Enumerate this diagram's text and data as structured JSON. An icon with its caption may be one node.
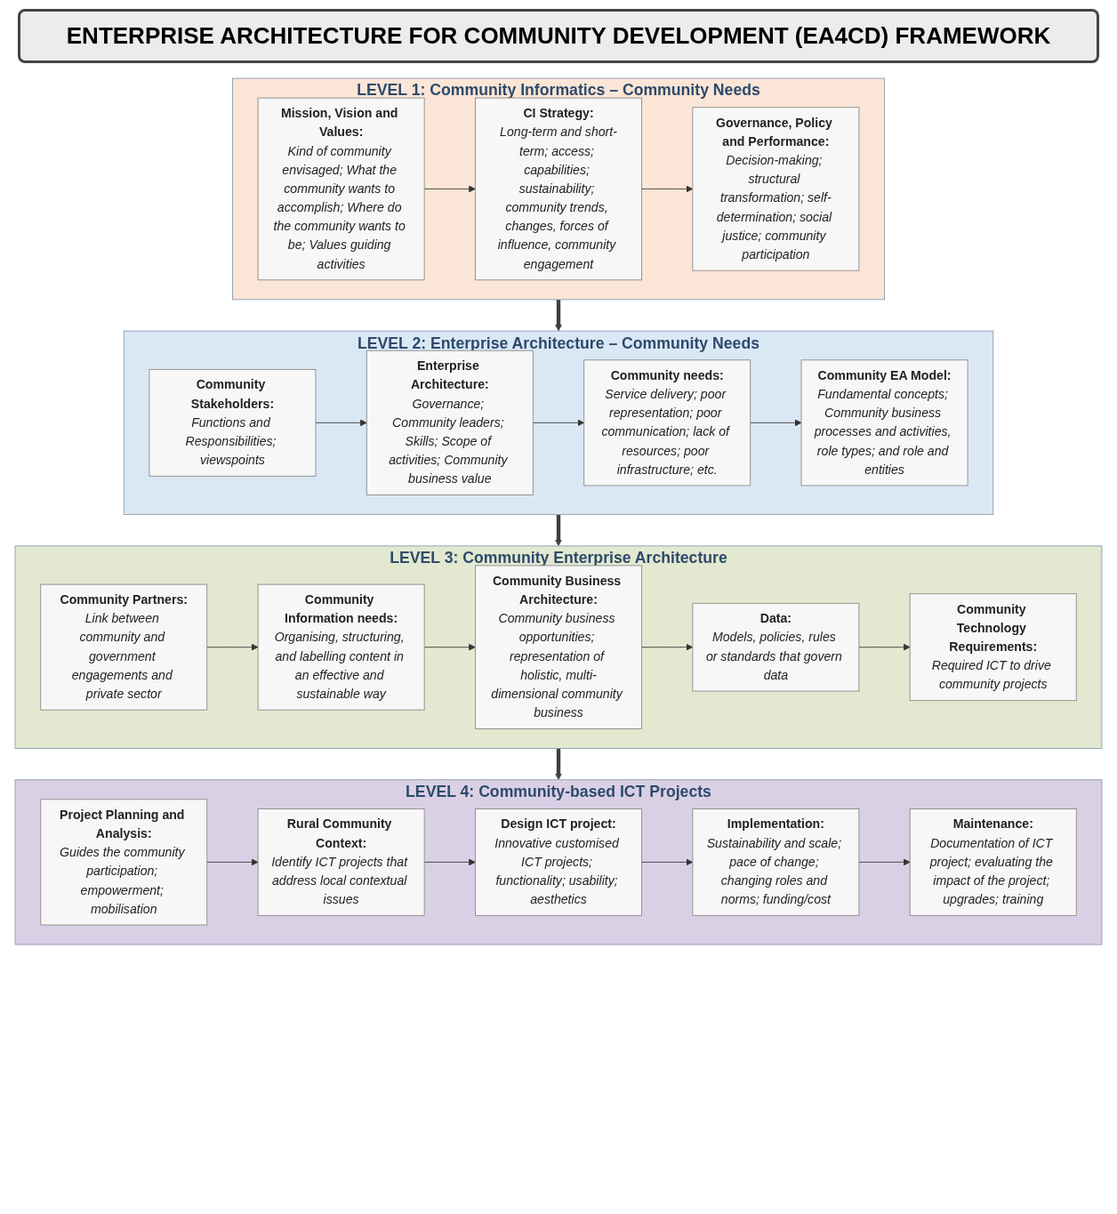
{
  "diagram": {
    "title": "ENTERPRISE ARCHITECTURE FOR COMMUNITY DEVELOPMENT (EA4CD) FRAMEWORK",
    "nodes": [
      {
        "text": [
          "LEVEL 1: Community Informatics – Community Needs"
        ]
      },
      {
        "text": [
          "Mission, Vision and Values:",
          "Kind of community envisaged; What the community wants to accomplish; Where do the community wants to be; Values guiding activities"
        ],
        "in": 0
      },
      {
        "text": [
          "CI Strategy:",
          "Long-term and short-term; access; capabilities; sustainability; community trends, changes, forces of influence, community engagement"
        ],
        "in": 0
      },
      {
        "text": [
          "Governance, Policy and Performance:",
          "Decision-making; structural transformation; self-determination; social justice; community participation"
        ],
        "in": 0
      },
      {
        "text": [
          "LEVEL 2: Enterprise Architecture – Community Needs"
        ]
      },
      {
        "text": [
          "Community Stakeholders:",
          "Functions and Responsibilities; viewspoints"
        ],
        "in": 4
      },
      {
        "text": [
          "Enterprise Architecture:",
          "Governance; Community leaders; Skills; Scope of activities; Community business value"
        ],
        "in": 4
      },
      {
        "text": [
          "Community needs:",
          "Service delivery; poor representation; poor communication; lack of resources; poor infrastructure; etc."
        ],
        "in": 4
      },
      {
        "text": [
          "Community EA Model:",
          "Fundamental concepts; Community business processes and activities, role types; and role and entities"
        ],
        "in": 4
      },
      {
        "text": [
          "LEVEL 3: Community Enterprise Architecture"
        ]
      },
      {
        "text": [
          "Community Partners:",
          "Link between community and government engagements and private sector"
        ],
        "in": 9
      },
      {
        "text": [
          "Community Information needs:",
          "Organising, structuring, and labelling content in an effective and sustainable way"
        ],
        "in": 9
      },
      {
        "text": [
          "Community Business Architecture:",
          "Community business opportunities; representation of holistic, multi-dimensional community business"
        ],
        "in": 9
      },
      {
        "text": [
          "Data:",
          "Models, policies, rules or standards that govern data"
        ],
        "in": 9
      },
      {
        "text": [
          "Community Technology Requirements:",
          "Required ICT to drive community projects"
        ],
        "in": 9
      },
      {
        "text": [
          "LEVEL 4: Community-based ICT Projects"
        ]
      },
      {
        "text": [
          "Project Planning and Analysis:",
          "Guides the community participation; empowerment; mobilisation"
        ],
        "in": 15
      },
      {
        "text": [
          "Rural Community Context:",
          "Identify ICT projects that address local contextual issues"
        ],
        "in": 15
      },
      {
        "text": [
          "Design ICT project:",
          "Innovative customised ICT projects; functionality; usability; aesthetics"
        ],
        "in": 15
      },
      {
        "text": [
          "Implementation:",
          "Sustainability and scale; pace of change; changing roles and norms; funding/cost"
        ],
        "in": 15
      },
      {
        "text": [
          "Maintenance:",
          "Documentation of ICT project; evaluating the impact of the project; upgrades; training"
        ],
        "in": 15
      }
    ],
    "edges": [
      {
        "from": 1,
        "to": 2,
        "arrow": "to"
      },
      {
        "from": 2,
        "to": 3,
        "arrow": "to"
      },
      {
        "from": 0,
        "to": 4,
        "arrow": "to",
        "style": "thick",
        "color": "#404040"
      },
      {
        "from": 5,
        "to": 6,
        "arrow": "to"
      },
      {
        "from": 6,
        "to": 7,
        "arrow": "to"
      },
      {
        "from": 7,
        "to": 8,
        "arrow": "to"
      },
      {
        "from": 4,
        "to": 9,
        "arrow": "to",
        "style": "thick",
        "color": "#404040"
      },
      {
        "from": 10,
        "to": 11,
        "arrow": "to"
      },
      {
        "from": 11,
        "to": 12,
        "arrow": "to"
      },
      {
        "from": 12,
        "to": 13,
        "arrow": "to"
      },
      {
        "from": 13,
        "to": 14,
        "arrow": "to"
      },
      {
        "from": 9,
        "to": 15,
        "arrow": "to",
        "style": "thick",
        "color": "#404040"
      },
      {
        "from": 16,
        "to": 17,
        "arrow": "to"
      },
      {
        "from": 17,
        "to": 18,
        "arrow": "to"
      },
      {
        "from": 18,
        "to": 19,
        "arrow": "to"
      },
      {
        "from": 19,
        "to": 20,
        "arrow": "to"
      }
    ]
  }
}
